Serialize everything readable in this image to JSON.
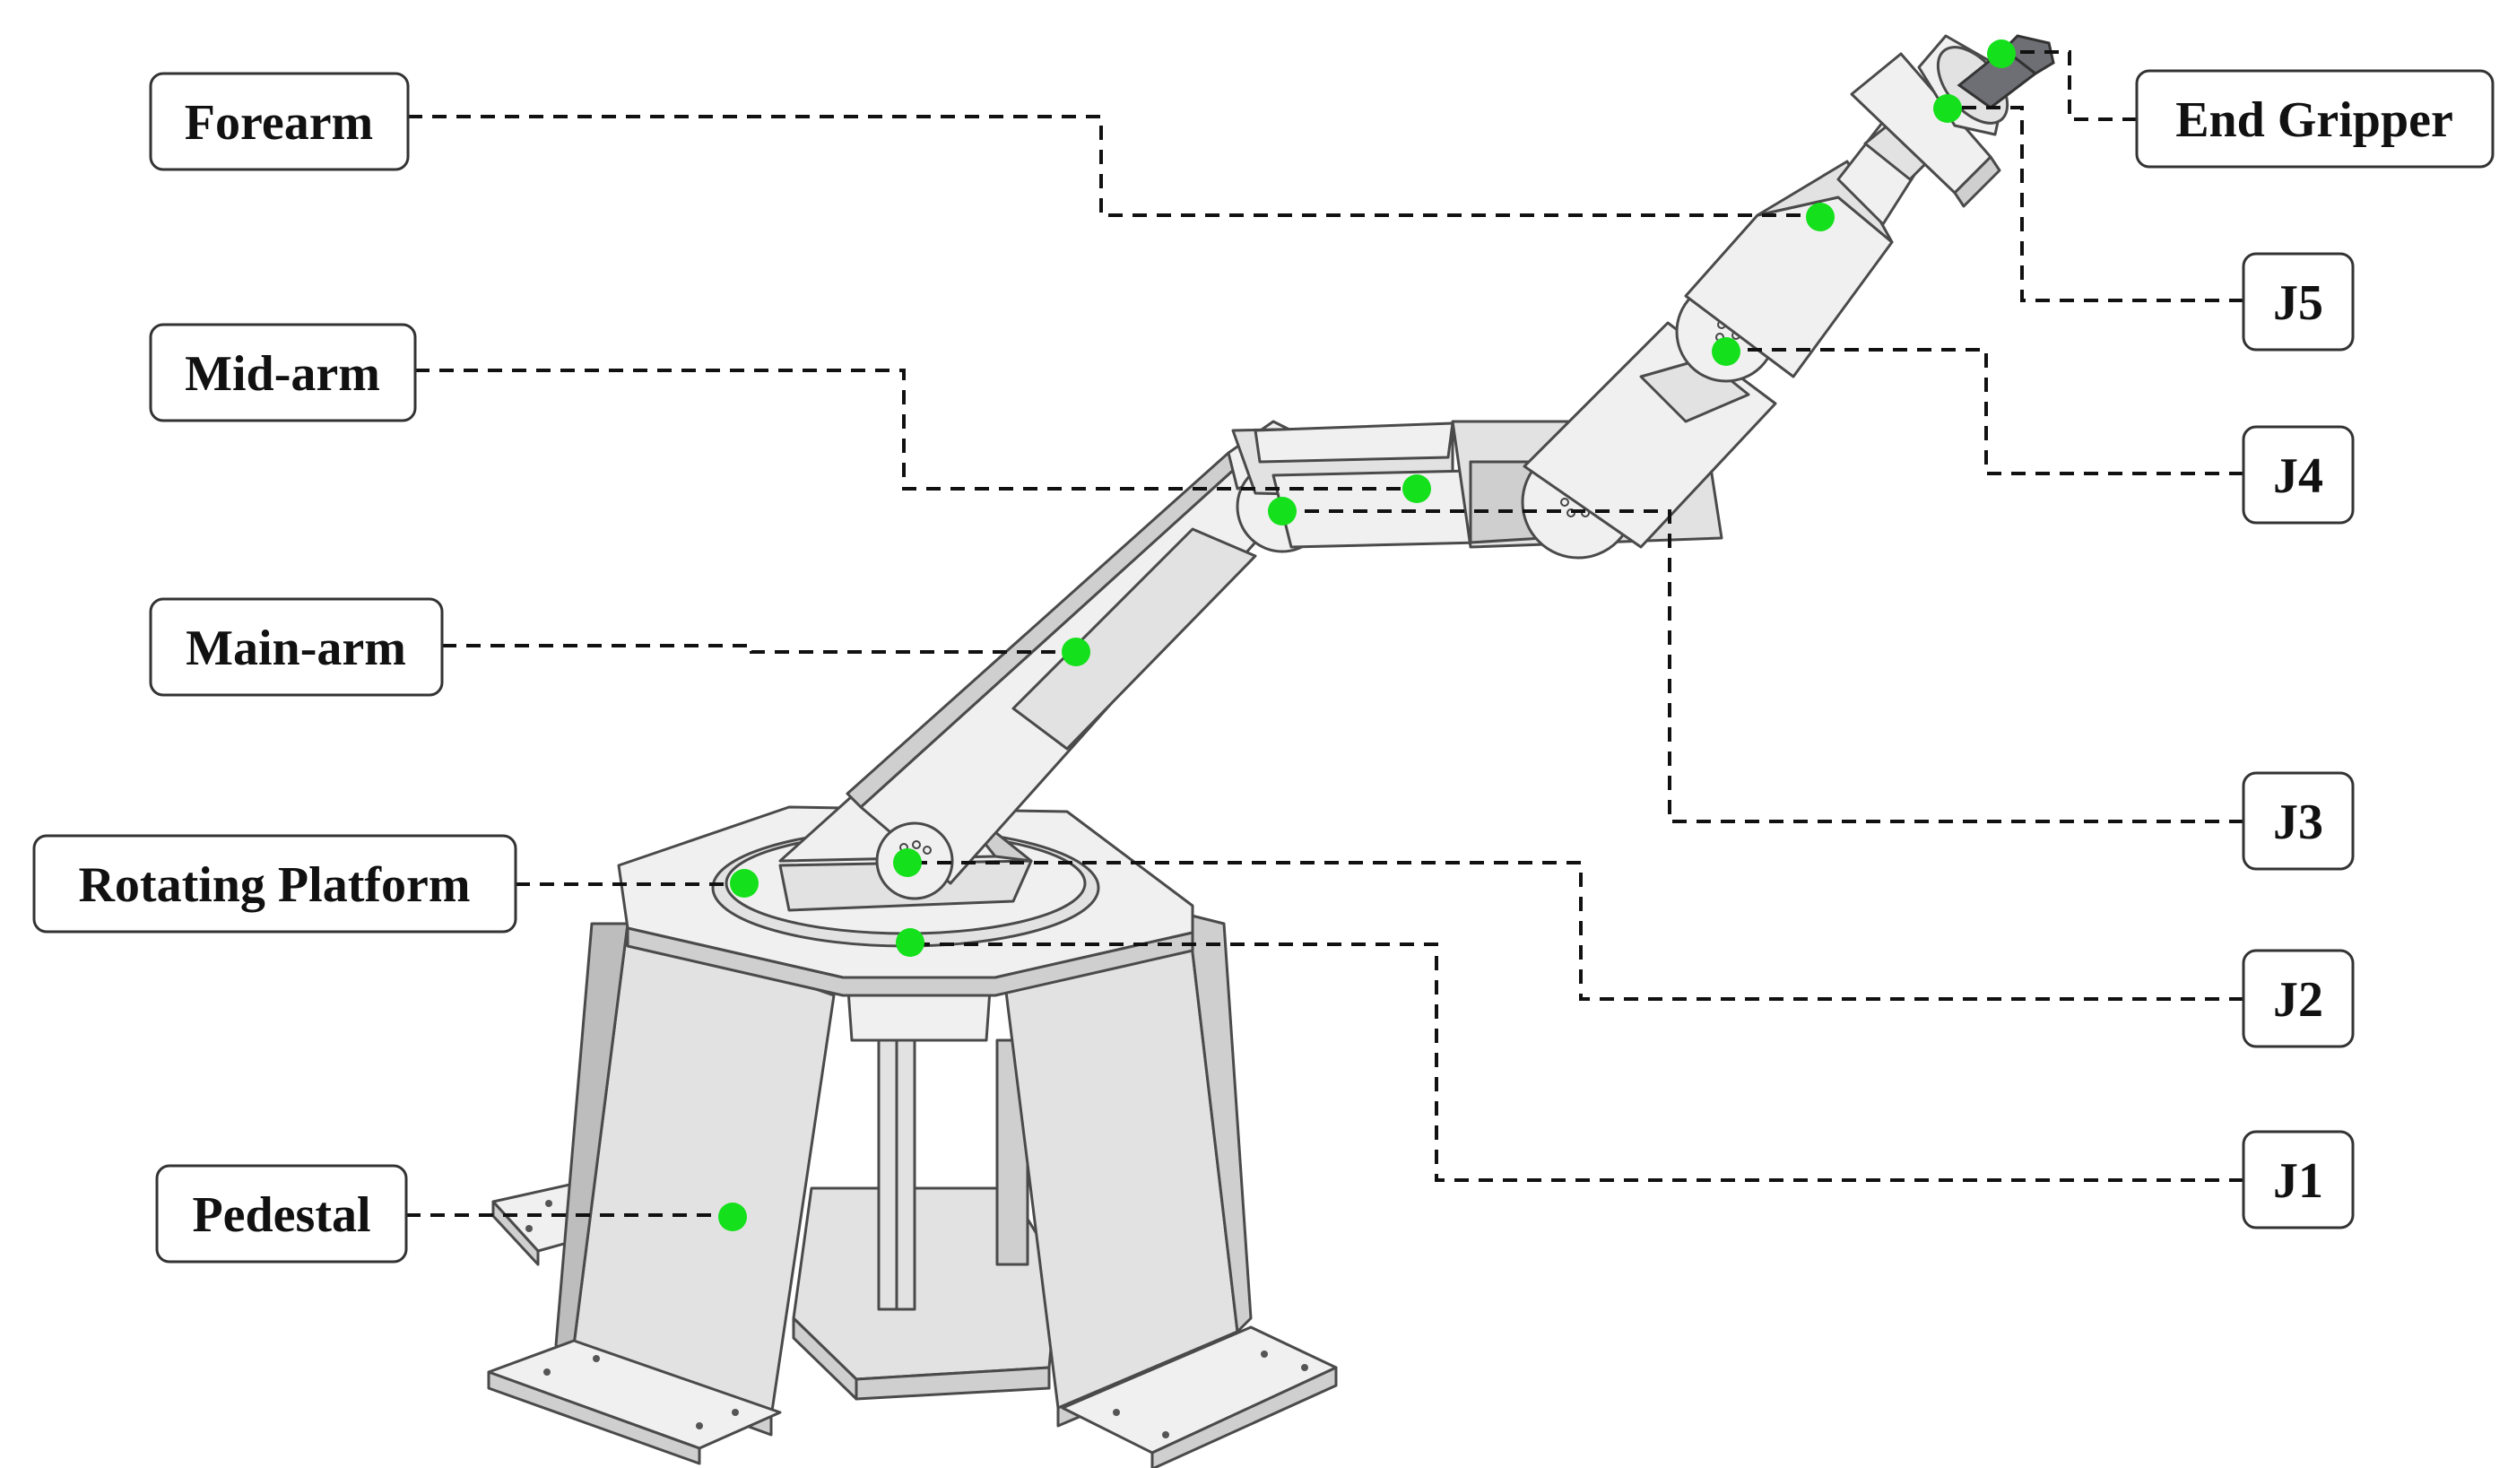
{
  "labels": {
    "forearm": "Forearm",
    "mid_arm": "Mid-arm",
    "main_arm": "Main-arm",
    "rotating_platform": "Rotating Platform",
    "pedestal": "Pedestal",
    "end_gripper": "End Gripper",
    "j5": "J5",
    "j4": "J4",
    "j3": "J3",
    "j2": "J2",
    "j1": "J1"
  },
  "colors": {
    "marker": "#14e01b",
    "leader_line": "#111111",
    "label_border": "#333333",
    "part_fill": "#f0f0f0",
    "tool": "#6e6f75"
  }
}
